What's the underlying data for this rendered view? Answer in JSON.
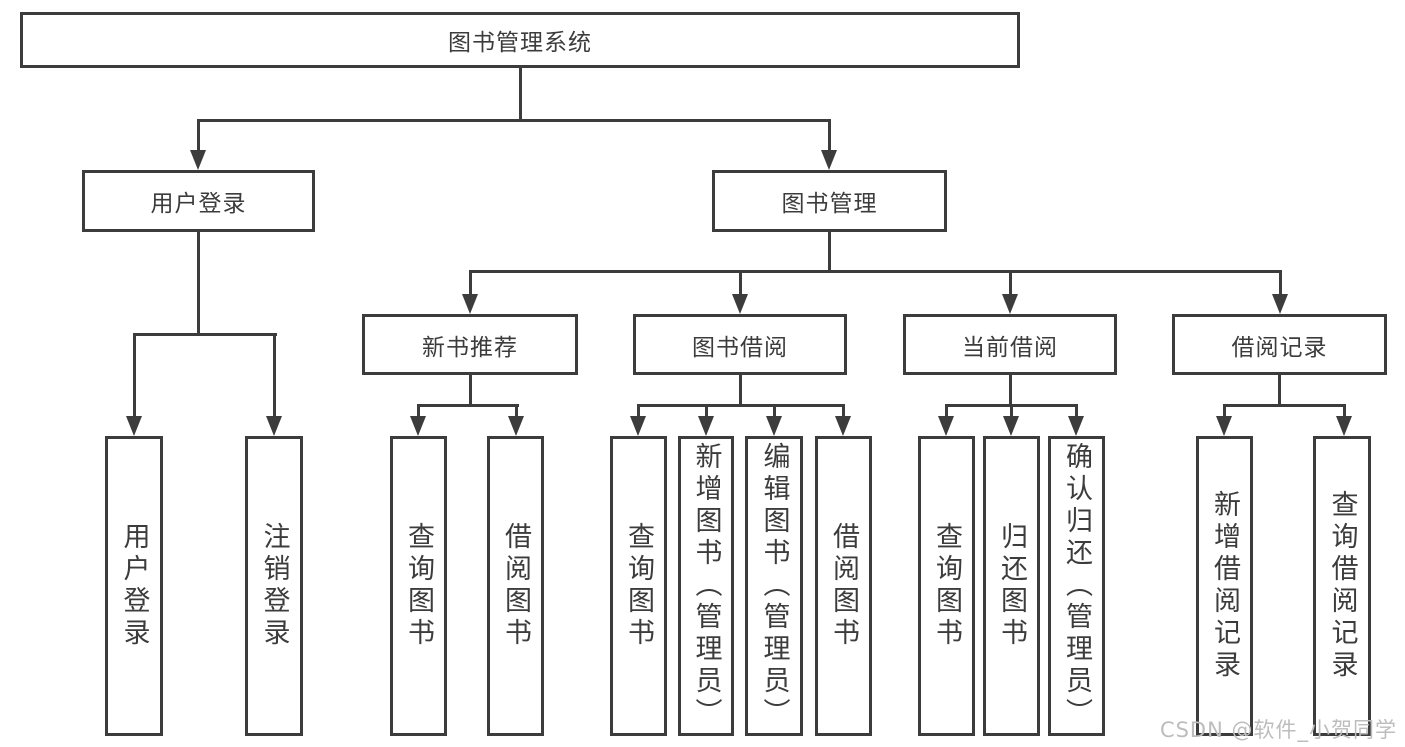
{
  "colors": {
    "line": "#3c3c3c",
    "box_border": "#3c3c3c",
    "text": "#3c3c3c",
    "watermark": "#bdbdbd",
    "background": "#ffffff"
  },
  "watermark": {
    "text": "CSDN @软件_小贺同学"
  },
  "diagram": {
    "type": "hierarchy",
    "root": {
      "label": "图书管理系统",
      "children": [
        {
          "label": "用户登录",
          "children": [
            {
              "label": "用户登录"
            },
            {
              "label": "注销登录"
            }
          ]
        },
        {
          "label": "图书管理",
          "children": [
            {
              "label": "新书推荐",
              "children": [
                {
                  "label": "查询图书"
                },
                {
                  "label": "借阅图书"
                }
              ]
            },
            {
              "label": "图书借阅",
              "children": [
                {
                  "label": "查询图书"
                },
                {
                  "label": "新增图书（管理员）"
                },
                {
                  "label": "编辑图书（管理员）"
                },
                {
                  "label": "借阅图书"
                }
              ]
            },
            {
              "label": "当前借阅",
              "children": [
                {
                  "label": "查询图书"
                },
                {
                  "label": "归还图书"
                },
                {
                  "label": "确认归还（管理员）"
                }
              ]
            },
            {
              "label": "借阅记录",
              "children": [
                {
                  "label": "新增借阅记录"
                },
                {
                  "label": "查询借阅记录"
                }
              ]
            }
          ]
        }
      ]
    }
  }
}
